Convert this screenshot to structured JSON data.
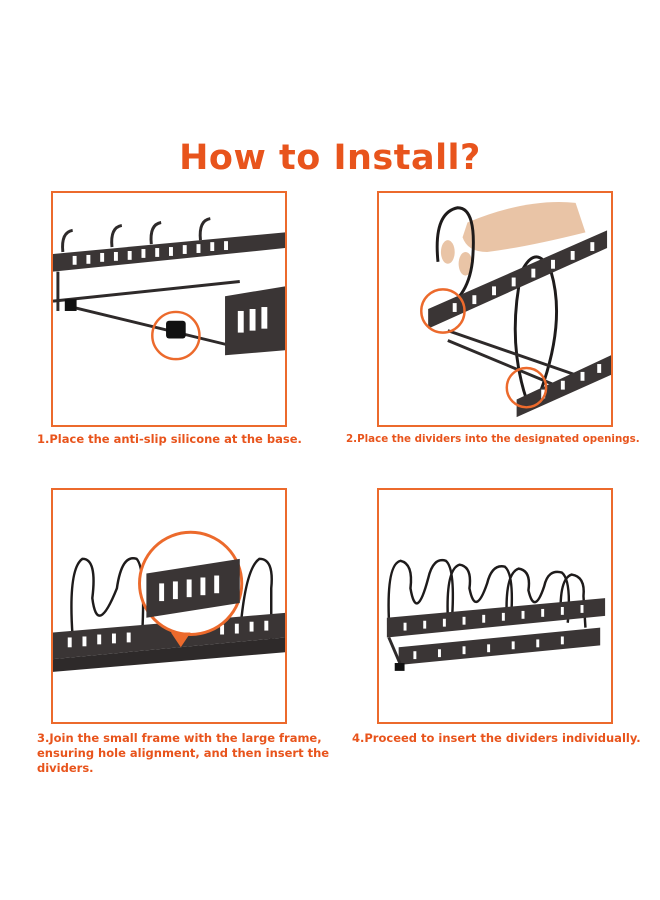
{
  "title": "How to Install?",
  "steps": [
    {
      "caption": "1.Place the anti-slip silicone at the base."
    },
    {
      "caption": "2.Place the dividers into the designated openings."
    },
    {
      "caption": "3.Join the small frame with the large frame, ensuring hole alignment, and then insert the dividers."
    },
    {
      "caption": "4.Proceed to insert the dividers individually."
    }
  ],
  "colors": {
    "accent": "#e8541c",
    "frame": "#2e2a2a"
  }
}
